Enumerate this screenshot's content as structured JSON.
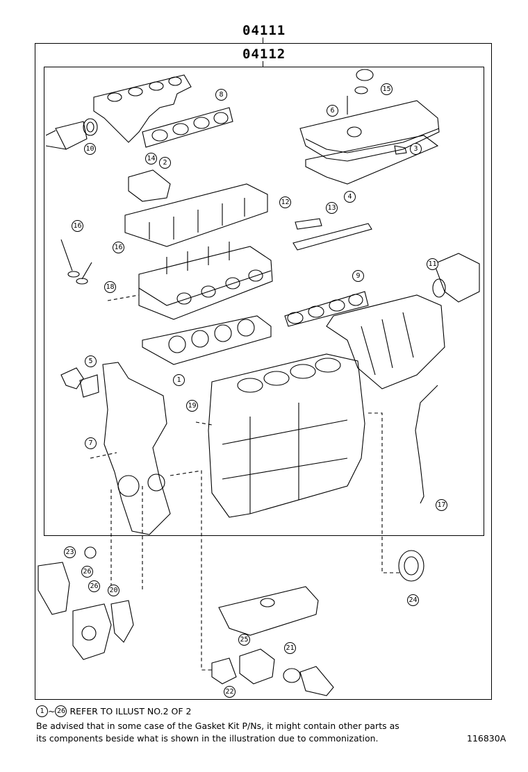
{
  "header": {
    "outer_kit_code": "04111",
    "inner_kit_code": "04112"
  },
  "callouts": [
    "1",
    "2",
    "3",
    "4",
    "5",
    "6",
    "7",
    "8",
    "9",
    "10",
    "11",
    "12",
    "13",
    "14",
    "15",
    "16",
    "16",
    "17",
    "18",
    "19",
    "20",
    "21",
    "22",
    "23",
    "24",
    "25",
    "26",
    "26"
  ],
  "footer": {
    "ref_start": "1",
    "ref_end": "26",
    "ref_text": "REFER TO ILLUST NO.2 OF 2",
    "note_line1": "Be advised that in some case of the Gasket Kit P/Ns,  it might contain other parts as",
    "note_line2": "its components beside what is shown in the illustration due to commonization.",
    "illustration_id": "116830A"
  }
}
